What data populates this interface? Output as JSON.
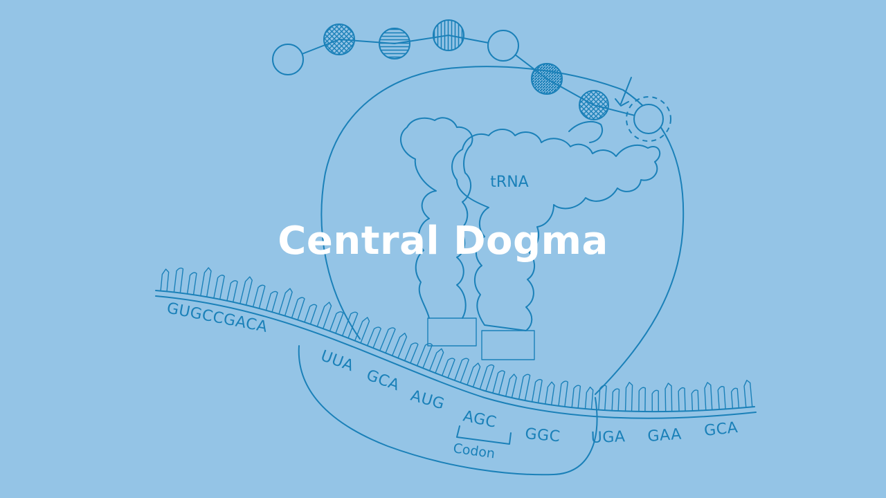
{
  "title": "Central Dogma",
  "diagram": {
    "trna_label": "tRNA",
    "codon_label": "Codon",
    "mrna_groups": [
      "GUGCCGACA",
      "UUA",
      "GCA",
      "AUG",
      "AGC",
      "GGC",
      "UGA",
      "GAA",
      "GCA"
    ],
    "colors": {
      "background": "#94c4e6",
      "line": "#1a80b8",
      "title": "#ffffff"
    }
  }
}
